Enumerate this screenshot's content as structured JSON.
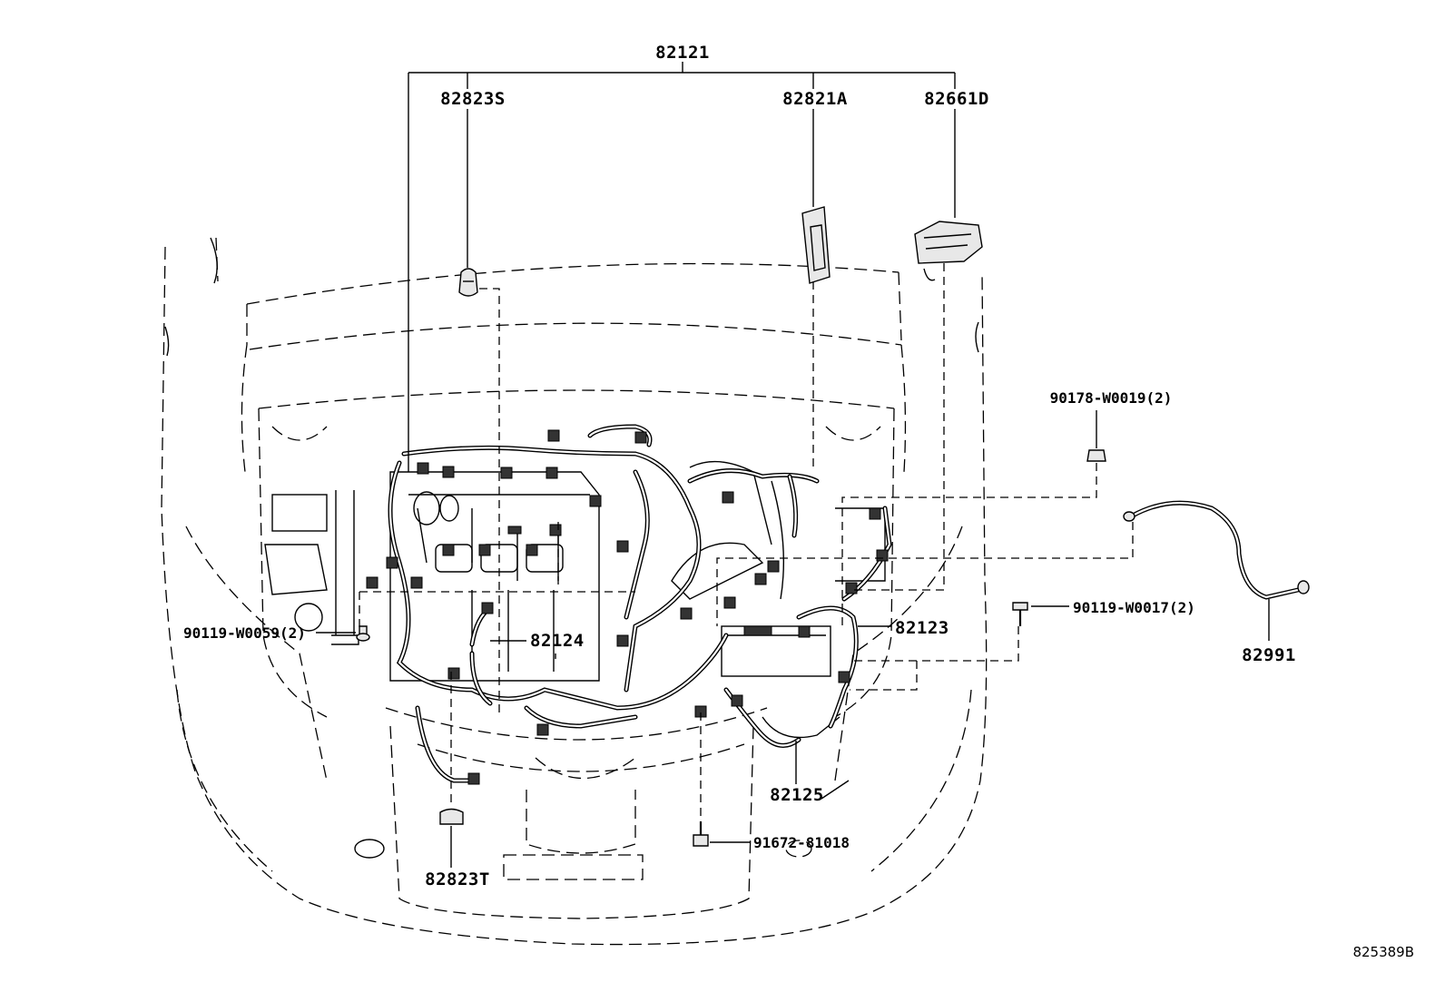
{
  "diagram": {
    "id_code": "825389B",
    "labels": {
      "main_harness": "82121",
      "part_82823S": "82823S",
      "part_82821A": "82821A",
      "part_82661D": "82661D",
      "part_90178": "90178-W0019(2)",
      "part_90119_right": "90119-W0017(2)",
      "part_82991": "82991",
      "part_82123": "82123",
      "part_82124": "82124",
      "part_90119_left": "90119-W0059(2)",
      "part_82125": "82125",
      "part_91672": "91672-81018",
      "part_82823T": "82823T"
    }
  }
}
